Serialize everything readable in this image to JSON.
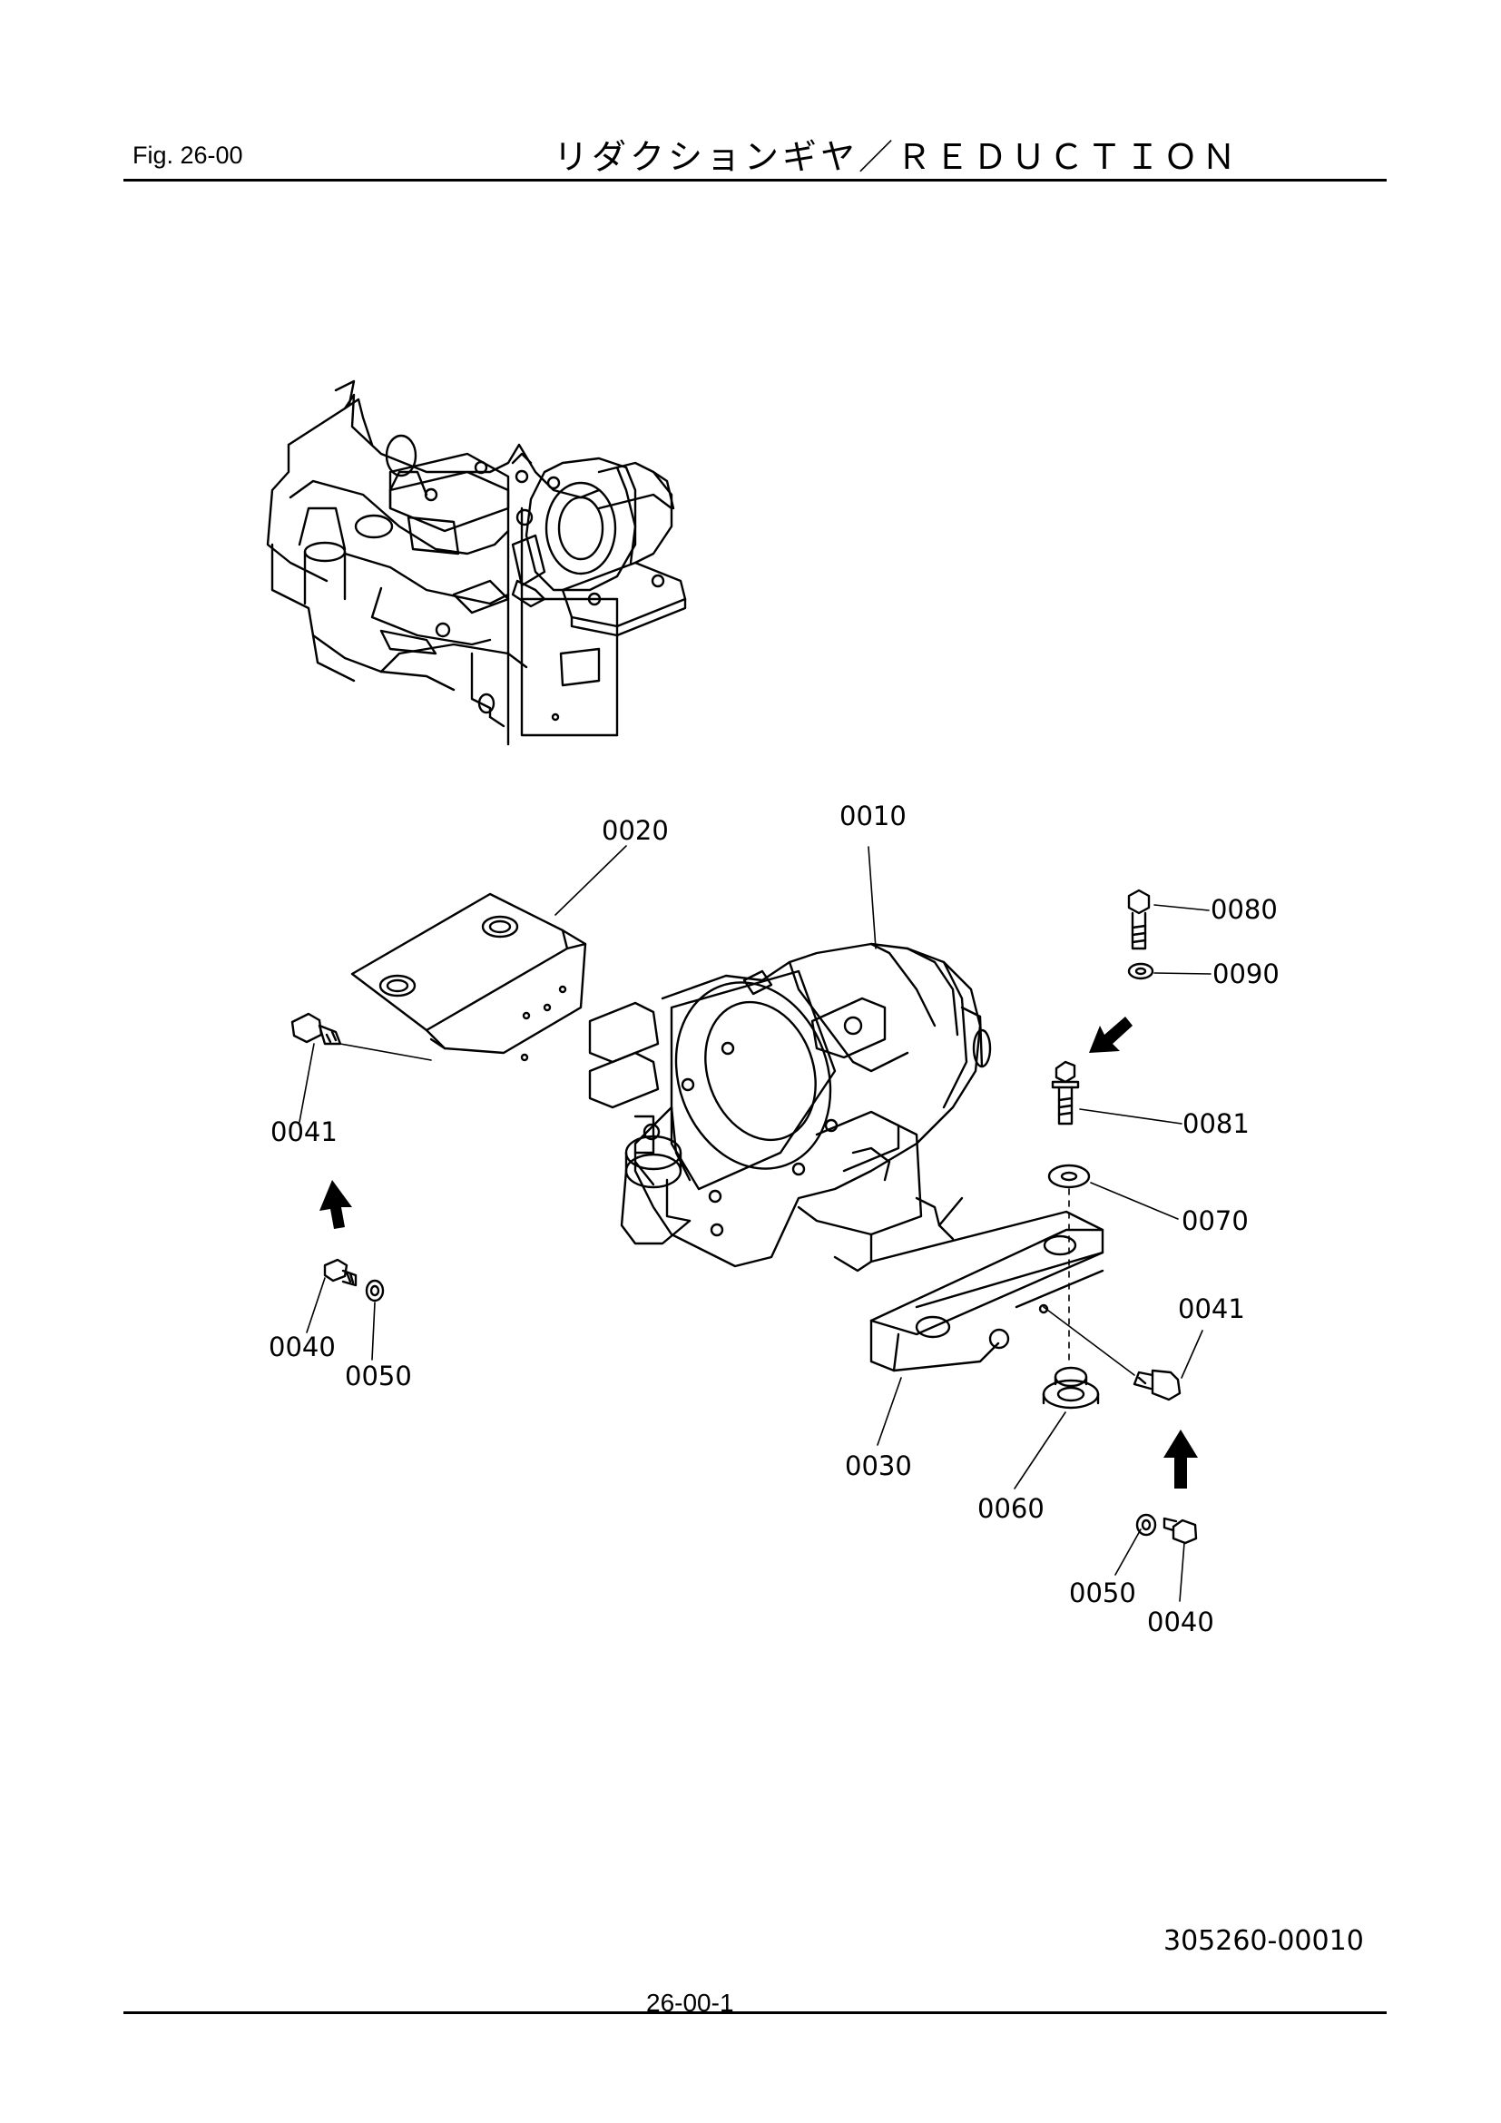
{
  "header": {
    "fig_number": "Fig.  26-00",
    "title": "リダクションギヤ／ＲＥＤＵＣＴＩＯＮ"
  },
  "diagram": {
    "part_labels": [
      "0010",
      "0020",
      "0030",
      "0040",
      "0041",
      "0050",
      "0060",
      "0070",
      "0080",
      "0081",
      "0090"
    ]
  },
  "footer": {
    "drawing_number": "305260-00010",
    "page_number": "26-00-1"
  }
}
